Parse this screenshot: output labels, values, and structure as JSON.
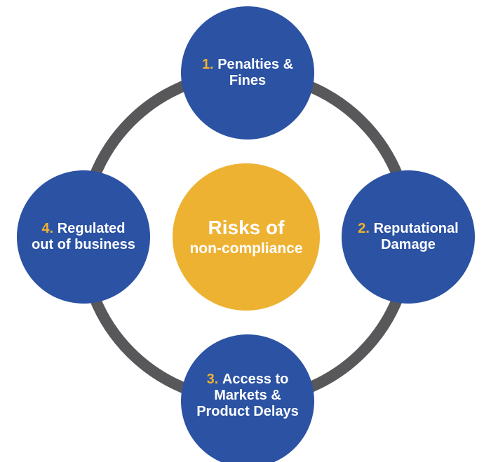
{
  "diagram": {
    "center": {
      "title": "Risks of",
      "subtitle": "non-compliance"
    },
    "nodes": [
      {
        "number": "1.",
        "label": "Penalties &\nFines",
        "position": "top"
      },
      {
        "number": "2.",
        "label": "Reputational\nDamage",
        "position": "right"
      },
      {
        "number": "3.",
        "label": "Access to\nMarkets &\nProduct Delays",
        "position": "bottom"
      },
      {
        "number": "4.",
        "label": "Regulated\nout of business",
        "position": "left"
      }
    ],
    "colors": {
      "node_fill": "#2b52a3",
      "center_fill": "#eeb233",
      "ring": "#58585a",
      "number_accent": "#eeb233",
      "text": "#ffffff"
    }
  }
}
